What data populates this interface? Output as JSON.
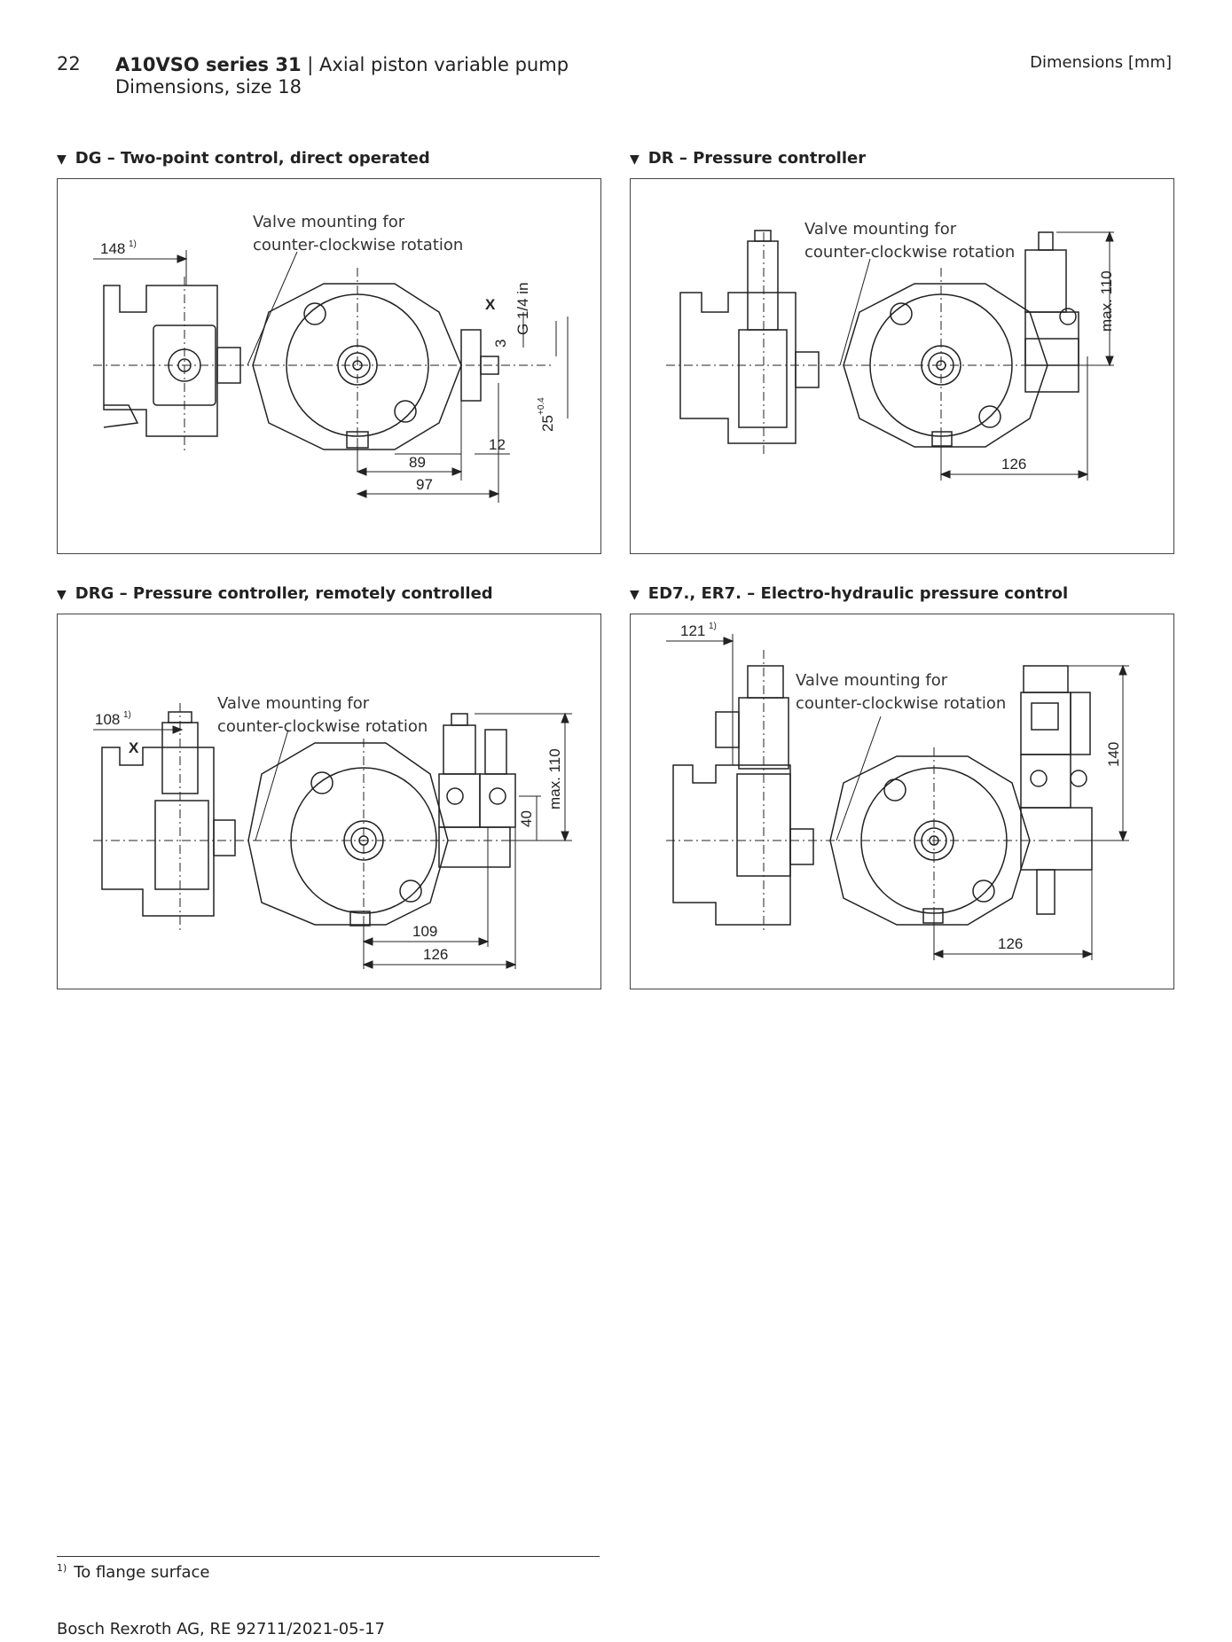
{
  "header": {
    "page_number": "22",
    "title_bold": "A10VSO series 31",
    "title_rest": " | Axial piston variable pump",
    "subtitle": "Dimensions, size 18",
    "right": "Dimensions [mm]"
  },
  "sections": {
    "dg": {
      "title": "DG – Two-point control, direct operated",
      "note_line1": "Valve mounting for",
      "note_line2": "counter-clockwise rotation",
      "dims": {
        "d148": "148",
        "sup": "1)",
        "x": "X",
        "g14": "G 1/4 in",
        "d3": "3",
        "d25": "25",
        "d25tol": "+0.4",
        "d12": "12",
        "d89": "89",
        "d97": "97"
      }
    },
    "dr": {
      "title": "DR – Pressure controller",
      "note_line1": "Valve mounting for",
      "note_line2": "counter-clockwise rotation",
      "dims": {
        "max110": "max. 110",
        "d126": "126"
      }
    },
    "drg": {
      "title": "DRG – Pressure controller, remotely controlled",
      "note_line1": "Valve mounting for",
      "note_line2": "counter-clockwise rotation",
      "dims": {
        "d108": "108",
        "sup": "1)",
        "x": "X",
        "max110": "max. 110",
        "d40": "40",
        "d109": "109",
        "d126": "126"
      }
    },
    "ed7": {
      "title": "ED7., ER7. – Electro-hydraulic pressure control",
      "note_line1": "Valve mounting for",
      "note_line2": "counter-clockwise rotation",
      "dims": {
        "d121": "121",
        "sup": "1)",
        "d140": "140",
        "d126": "126"
      }
    }
  },
  "footnote": {
    "marker": "1)",
    "text": "To flange surface"
  },
  "footer": "Bosch Rexroth AG, RE 92711/2021-05-17"
}
